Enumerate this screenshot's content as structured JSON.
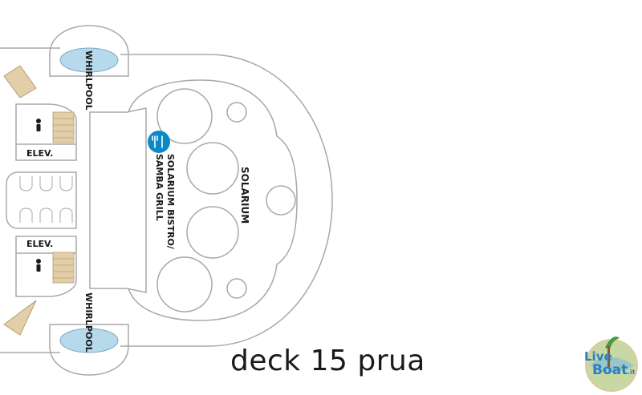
{
  "title": "deck 15 prua",
  "labels": {
    "whirlpool_top": "WHIRLPOOL",
    "whirlpool_bottom": "WHIRLPOOL",
    "elev_top": "ELEV.",
    "elev_bottom": "ELEV.",
    "restaurant_line1": "SOLARIUM BISTRO/",
    "restaurant_line2": "SAMBA GRILL",
    "solarium": "SOLARIUM"
  },
  "logo": {
    "text_live": "Live",
    "text_boat": "Boat",
    "text_suffix": ".it"
  },
  "icons": {
    "restaurant": "fork-knife-icon",
    "restroom": "person-icon",
    "pool": "whirlpool-icon",
    "stairs": "stairs-icon"
  },
  "colors": {
    "outline": "#a8a8a8",
    "water": "#b7d9ec",
    "stairs": "#e3ceaa",
    "restaurant_badge": "#0a89c9"
  }
}
